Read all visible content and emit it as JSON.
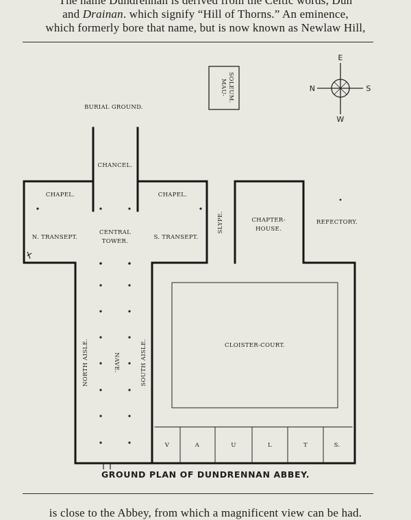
{
  "page_text": {
    "line_0": "The name Dundrennan is derived from the Celtic words, Dun",
    "line_1_a": "and ",
    "line_1_b": "Drainan",
    "line_1_c": ". which signify  “Hill of Thorns.”    An eminence,",
    "line_2": "which formerly bore that name, but is now known as Newlaw Hill,",
    "line_bottom": "is close to the Abbey, from which a magnificent view can be had."
  },
  "compass": {
    "north": "N",
    "south": "S",
    "east": "E",
    "west": "W"
  },
  "plan_labels": {
    "mausoleum": [
      "MAU-",
      "SOLEUM."
    ],
    "burial_ground": "BURIAL GROUND.",
    "chancel": "CHANCEL.",
    "chapel_north": "CHAPEL.",
    "chapel_south": "CHAPEL.",
    "n_transept": "N. TRANSEPT.",
    "central_tower": [
      "CENTRAL",
      "TOWER."
    ],
    "s_transept": "S. TRANSEPT.",
    "slype": "SLYPE.",
    "chapter_house": [
      "CHAPTER-",
      "HOUSE."
    ],
    "refectory": "REFECTORY.",
    "cloister_court": "CLOISTER-COURT.",
    "north_aisle": "NORTH AISLE.",
    "nave": "NAVE.",
    "south_aisle": "SOUTH AISLE.",
    "vaults": [
      "V",
      "A",
      "U",
      "L",
      "T",
      "S."
    ]
  },
  "caption": "GROUND PLAN OF DUNDRENNAN ABBEY."
}
